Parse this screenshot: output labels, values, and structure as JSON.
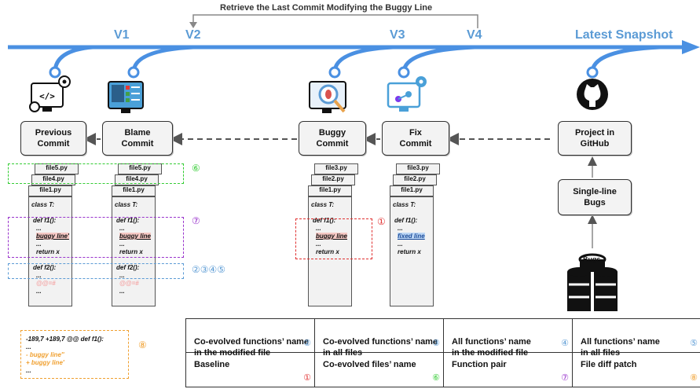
{
  "header": {
    "retrieve_label": "Retrieve the Last Commit Modifying the Buggy Line",
    "versions": {
      "v1": "V1",
      "v2": "V2",
      "v3": "V3",
      "v4": "V4",
      "latest": "Latest Snapshot"
    }
  },
  "nodes": {
    "previous_commit": "Previous\nCommit",
    "blame_commit": "Blame\nCommit",
    "buggy_commit": "Buggy\nCommit",
    "fix_commit": "Fix\nCommit",
    "project_github": "Project in\nGitHub",
    "single_line_bugs": "Single-line\nBugs",
    "bugs_db": "Bugs"
  },
  "files": {
    "left": [
      "file5.py",
      "file4.py",
      "file1.py"
    ],
    "right": [
      "file3.py",
      "file2.py",
      "file1.py"
    ]
  },
  "code": {
    "class_line": "class T:",
    "def_f1": "def f1():",
    "ellipsis": "...",
    "buggy_line_prev": "buggy line'",
    "buggy_line": "buggy line",
    "fixed_line": "fixed line",
    "return_x": "return x",
    "def_f2": "def f2():",
    "faded": "@@=#"
  },
  "markers": {
    "m1": "①",
    "m6": "⑥",
    "m7": "⑦",
    "m2345": "②③④⑤",
    "m8": "⑧"
  },
  "diff": {
    "header": "-189,7 +189,7 @@ def f1():",
    "ellipsis": "...",
    "removed": "- buggy line''",
    "added": "+ buggy line'",
    "ellipsis_end": "..."
  },
  "legend": {
    "cells": [
      {
        "label": "Co-evolved functions’ name\nin the modified file",
        "num": "②"
      },
      {
        "label": "Co-evolved functions’ name\nin all files",
        "num": "③"
      },
      {
        "label": "All functions’ name\nin the modified file",
        "num": "④"
      },
      {
        "label": "All functions’ name\nin all files",
        "num": "⑤"
      },
      {
        "label": "Baseline",
        "num": "①"
      },
      {
        "label": "Co-evolved files’ name",
        "num": "⑥"
      },
      {
        "label": "Function pair",
        "num": "⑦"
      },
      {
        "label": "File diff patch",
        "num": "⑧"
      }
    ]
  },
  "colors": {
    "timeline": "#4a90e2",
    "green": "#33cc33",
    "purple": "#9933cc",
    "blue": "#5b9bd5",
    "orange": "#f0a030",
    "red": "#e03030"
  },
  "icons": [
    "code-monitor-icon",
    "checklist-monitor-icon",
    "bug-search-icon",
    "settings-monitor-icon",
    "github-icon",
    "database-icon"
  ]
}
